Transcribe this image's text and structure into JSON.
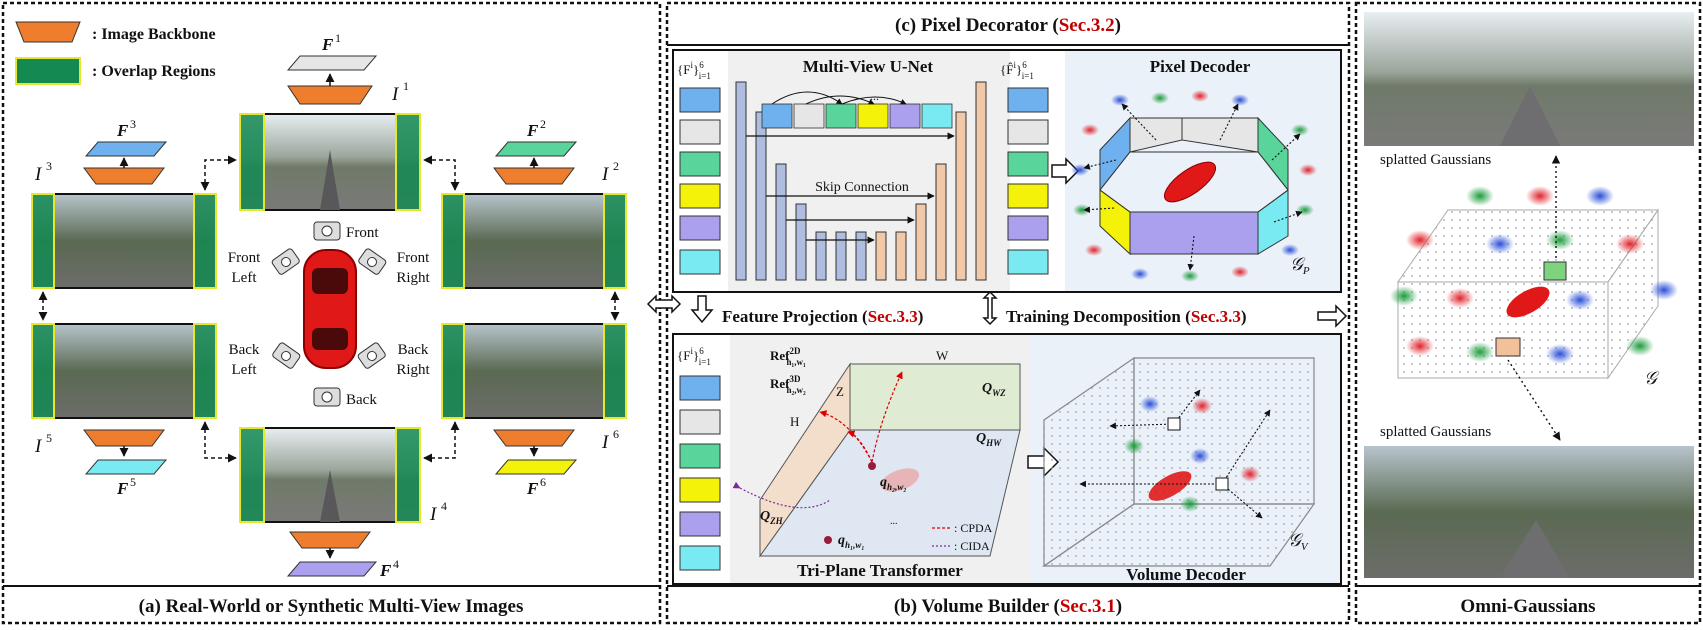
{
  "colors": {
    "backbone": "#ef7d2e",
    "overlap": "#148a52",
    "overlap_border": "#e8e82a",
    "link_red": "#c00000",
    "panel_bg_light": "#eaf1f9",
    "unet_blue": "#aebde0",
    "unet_peach": "#f1c9a8",
    "feat_colors": [
      "#6fb0ee",
      "#e6e6e6",
      "#59d49a",
      "#f5f20a",
      "#aaa0ee",
      "#79e9f2"
    ],
    "gauss_red": "#e0242c",
    "gauss_blue": "#2c4fd8",
    "gauss_green": "#1c9c3c"
  },
  "legend": {
    "backbone_label": ": Image Backbone",
    "overlap_label": ": Overlap Regions"
  },
  "panel_a": {
    "caption": "(a) Real-World or Synthetic Multi-View Images",
    "images": [
      "I",
      "I",
      "I",
      "I",
      "I",
      "I"
    ],
    "image_indices": [
      "1",
      "2",
      "3",
      "4",
      "5",
      "6"
    ],
    "features": [
      "F",
      "F",
      "F",
      "F",
      "F",
      "F"
    ],
    "camera_labels": {
      "front": "Front",
      "front_left": [
        "Front",
        "Left"
      ],
      "front_right": [
        "Front",
        "Right"
      ],
      "back_left": [
        "Back",
        "Left"
      ],
      "back_right": [
        "Back",
        "Right"
      ],
      "back": "Back"
    }
  },
  "panel_c": {
    "title_prefix": "(c) Pixel Decorator (",
    "title_ref": "Sec.3.2",
    "title_suffix": ")",
    "unet_title": "Multi-View U-Net",
    "decoder_title": "Pixel Decoder",
    "skip_label": "Skip Connection",
    "input_set": "{F",
    "output_set": "{F̂",
    "set_sup": "i",
    "set_range_sup": "6",
    "set_range_sub": "i=1",
    "dots": "...",
    "gaussian_symbol": "𝒢",
    "gaussian_sub": "P"
  },
  "middle": {
    "feature_projection": "Feature Projection (",
    "feature_projection_ref": "Sec.3.3",
    "training_decomposition": "Training Decomposition (",
    "training_decomposition_ref": "Sec.3.3",
    "close": ")"
  },
  "panel_b": {
    "caption_prefix": "(b) Volume Builder (",
    "caption_ref": "Sec.3.1",
    "caption_suffix": ")",
    "tri_plane_title": "Tri-Plane Transformer",
    "volume_decoder_title": "Volume Decoder",
    "ref2d": "Ref",
    "ref2d_sup": "2D",
    "ref2d_sub": "h₁,w₁",
    "ref3d": "Ref",
    "ref3d_sup": "3D",
    "ref3d_sub": "h₂,w₂",
    "axis_w": "W",
    "axis_h": "H",
    "axis_z": "Z",
    "q_wz": "Q",
    "q_wz_sub": "WZ",
    "q_hw": "Q",
    "q_hw_sub": "HW",
    "q_zh": "Q",
    "q_zh_sub": "ZH",
    "q_h2w2": "q",
    "q_h2w2_sub": "h₂,w₂",
    "q_h1w1": "q",
    "q_h1w1_sub": "h₁,w₁",
    "cpda": ": CPDA",
    "cida": ": CIDA",
    "dots": "...",
    "gaussian_symbol": "𝒢",
    "gaussian_sub": "V"
  },
  "panel_omni": {
    "caption": "Omni-Gaussians",
    "splatted_top": "splatted Gaussians",
    "splatted_bottom": "splatted Gaussians",
    "gaussian_symbol": "𝒢"
  }
}
